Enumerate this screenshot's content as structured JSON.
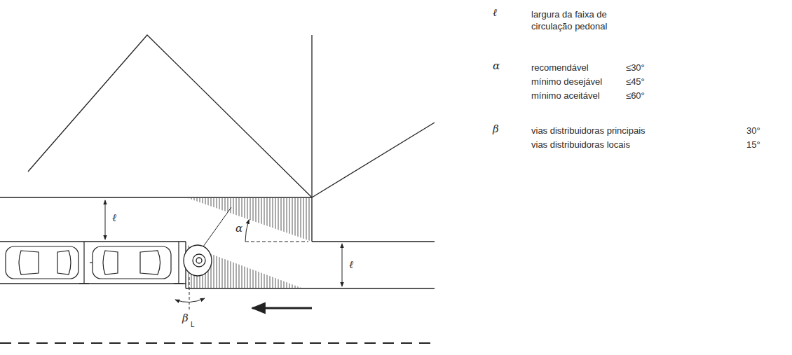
{
  "diagram": {
    "labels": [
      "ℓ",
      "largura da faixa de circulação pedonal",
      "α",
      "recomendável",
      "≤30°",
      "mínimo desejável",
      "≤45°",
      "mínimo aceitável",
      "≤60°",
      "β",
      "vias distribuidoras principais",
      "30°",
      "vias distribuidoras locais",
      "15°",
      "ℓ",
      "α",
      "ℓ",
      "β",
      "L"
    ]
  }
}
